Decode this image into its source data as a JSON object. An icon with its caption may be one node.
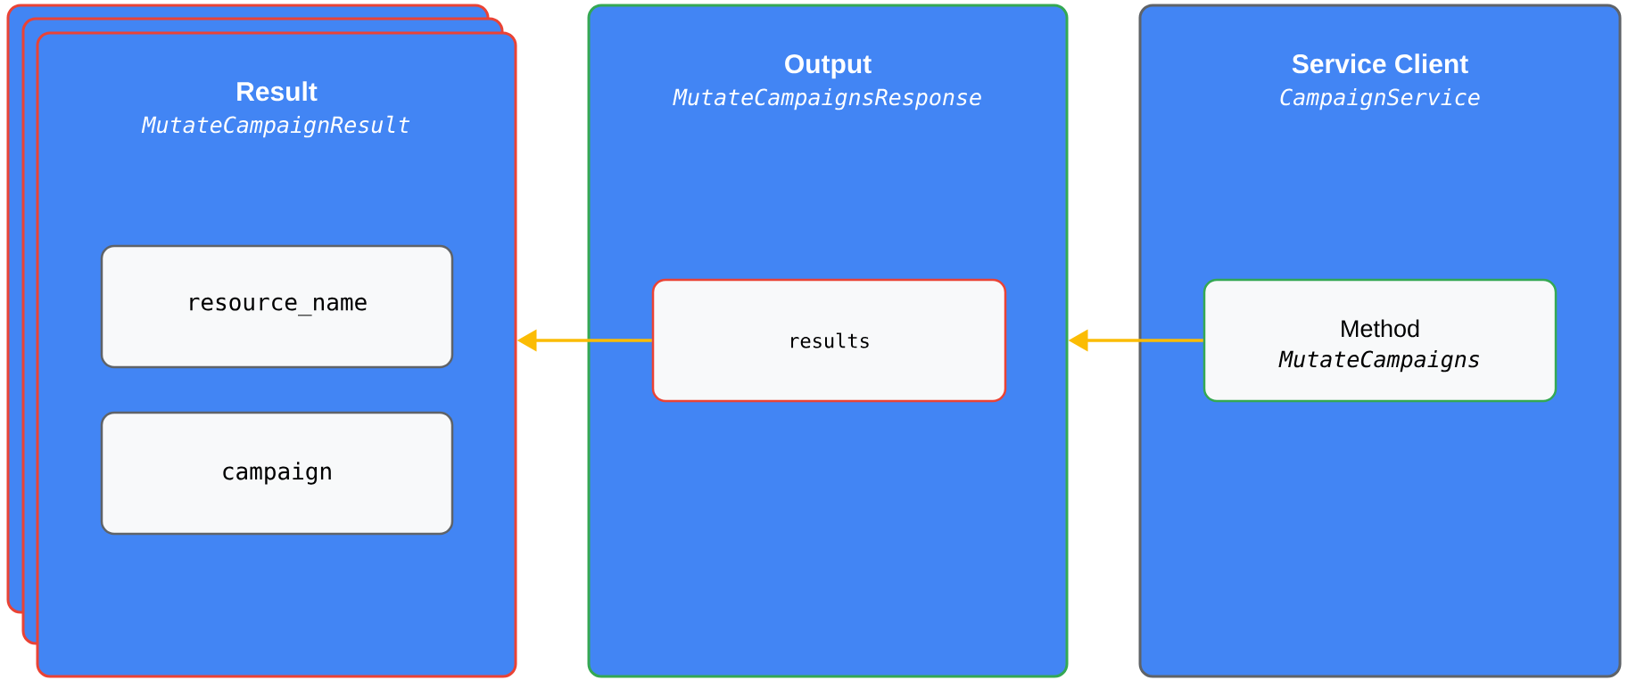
{
  "diagram": {
    "nodes": [
      {
        "text": [
          "Result",
          "MutateCampaignResult"
        ]
      },
      {
        "text": [
          "resource_name"
        ],
        "in": 0
      },
      {
        "text": [
          "campaign"
        ],
        "in": 0
      },
      {
        "text": [
          "Output",
          "MutateCampaignsResponse"
        ]
      },
      {
        "text": [
          "results"
        ],
        "in": 3
      },
      {
        "text": [
          "Service Client",
          "CampaignService"
        ]
      },
      {
        "text": [
          "Method",
          "MutateCampaigns"
        ],
        "in": 5
      }
    ],
    "edges": [
      {
        "from": 4,
        "to": 0,
        "arrow": "to"
      },
      {
        "from": 6,
        "to": 3,
        "arrow": "to"
      }
    ]
  }
}
